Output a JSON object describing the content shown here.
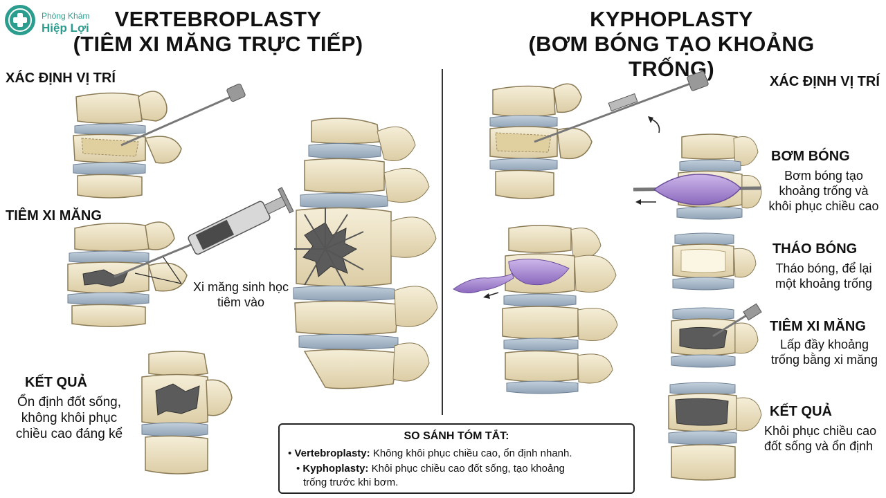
{
  "logo": {
    "line1": "Phòng Khám",
    "line2": "Hiệp Lợi",
    "color": "#2a9d8f"
  },
  "left": {
    "title1": "VERTEBROPLASTY",
    "title2": "(TIÊM XI MĂNG TRỰC TIẾP)",
    "step1_label": "XÁC ĐỊNH VỊ TRÍ",
    "step2_label": "TIÊM XI MĂNG",
    "step2_note": [
      "Xi măng sinh học",
      "tiêm vào"
    ],
    "step3_label": "KẾT QUẢ",
    "step3_desc": [
      "Ổn định đốt sống,",
      "không khôi phục",
      "chiều cao đáng kể"
    ]
  },
  "right": {
    "title1": "KYPHOPLASTY",
    "title2": "(BƠM BÓNG TẠO KHOẢNG TRỐNG)",
    "step1_label": "XÁC ĐỊNH VỊ TRÍ",
    "step2_label": "BƠM BÓNG",
    "step2_desc": [
      "Bơm bóng tạo",
      "khoảng trống và",
      "khôi phục chiều cao"
    ],
    "step3_label": "THÁO BÓNG",
    "step3_desc": [
      "Tháo bóng, để lại",
      "một khoảng trống"
    ],
    "step4_label": "TIÊM XI MĂNG",
    "step4_desc": [
      "Lấp đầy khoảng",
      "trống bằng xi măng"
    ],
    "step5_label": "KẾT QUẢ",
    "step5_desc": [
      "Khôi phục chiều cao",
      "đốt sống và ổn định"
    ]
  },
  "summary": {
    "title": "SO SÁNH TÓM TẮT:",
    "item1_name": "Vertebroplasty:",
    "item1_text": "Không khôi phục chiều cao, ổn định nhanh.",
    "item2_name": "Kyphoplasty:",
    "item2_text1": "Khôi phục chiều cao đốt sống, tạo khoảng",
    "item2_text2": "trống trước khi bơm."
  },
  "colors": {
    "bone": "#efe6cc",
    "bone_dark": "#c9b88e",
    "disc": "#a9b8c6",
    "cement": "#5b5b5b",
    "balloon": "#a98bd0"
  }
}
